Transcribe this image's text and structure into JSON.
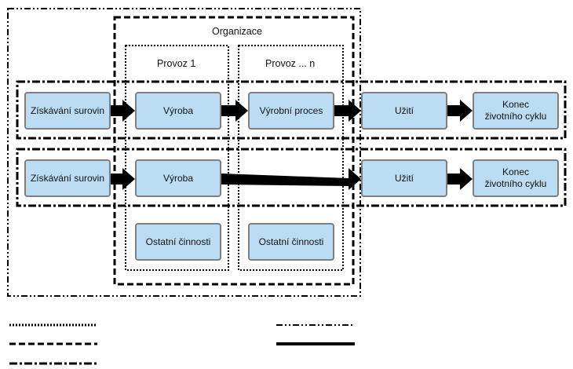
{
  "organization_label": "Organizace",
  "plants": [
    {
      "label": "Provoz 1"
    },
    {
      "label": "Provoz ... n"
    }
  ],
  "row1": {
    "raw_materials": "Získávání surovin",
    "production": "Výroba",
    "production_process": "Výrobní proces",
    "use": "Užití",
    "end_of_life": "Konec životního cyklu"
  },
  "row2": {
    "raw_materials": "Získávání surovin",
    "production": "Výroba",
    "use": "Užití",
    "end_of_life": "Konec životního cyklu"
  },
  "other_activities": [
    "Ostatní činnosti",
    "Ostatní činnosti"
  ],
  "legend": [
    {
      "style": "dotted",
      "label": ""
    },
    {
      "style": "dashed",
      "label": ""
    },
    {
      "style": "dash-dot",
      "label": ""
    },
    {
      "style": "dash-dot-thin",
      "label": ""
    },
    {
      "style": "solid",
      "label": ""
    }
  ],
  "colors": {
    "box_fill": "#bcdcf3",
    "box_border": "#7f7f7f",
    "line": "#000000"
  }
}
